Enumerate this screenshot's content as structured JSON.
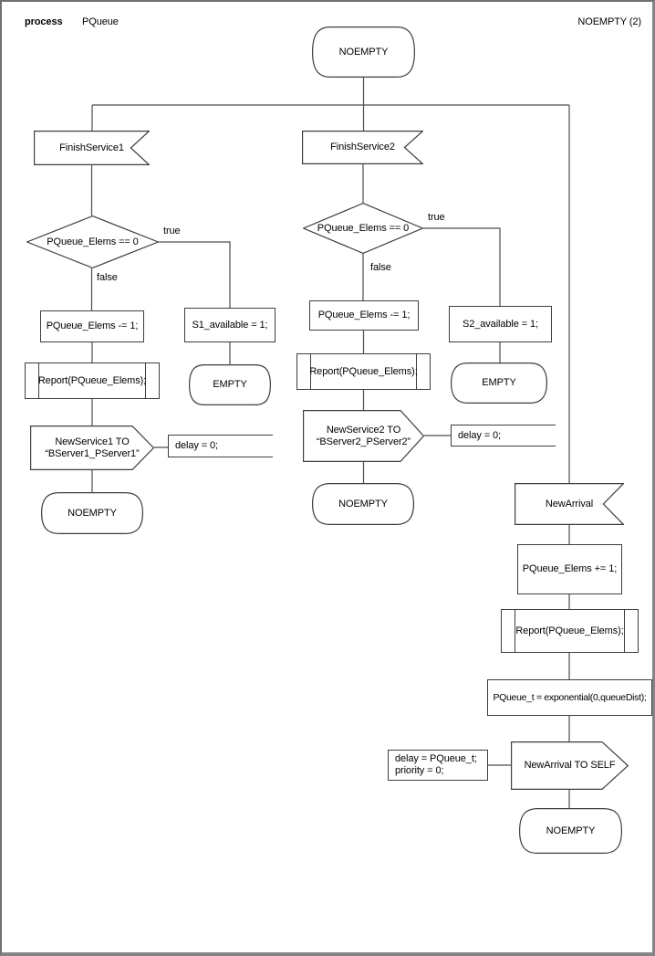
{
  "header": {
    "kind": "process",
    "name": "PQueue",
    "page": "NOEMPTY (2)"
  },
  "start": {
    "state": "NOEMPTY"
  },
  "branch1": {
    "input": "FinishService1",
    "decision": "PQueue_Elems == 0",
    "label_true": "true",
    "label_false": "false",
    "task_false": "PQueue_Elems -= 1;",
    "procedure": "Report(PQueue_Elems);",
    "output_line1": "NewService1 TO",
    "output_line2": "“BServer1_PServer1”",
    "comment": "delay = 0;",
    "state_false": "NOEMPTY",
    "task_true": "S1_available = 1;",
    "state_true": "EMPTY"
  },
  "branch2": {
    "input": "FinishService2",
    "decision": "PQueue_Elems == 0",
    "label_true": "true",
    "label_false": "false",
    "task_false": "PQueue_Elems -= 1;",
    "procedure": "Report(PQueue_Elems);",
    "output_line1": "NewService2 TO",
    "output_line2": "“BServer2_PServer2”",
    "comment": "delay = 0;",
    "state_false": "NOEMPTY",
    "task_true": "S2_available = 1;",
    "state_true": "EMPTY"
  },
  "branch3": {
    "input": "NewArrival",
    "task_count": "PQueue_Elems += 1;",
    "procedure": "Report(PQueue_Elems);",
    "task_time": "PQueue_t = exponential(0,queueDist);",
    "output": "NewArrival TO SELF",
    "comment_line1": "delay = PQueue_t;",
    "comment_line2": "priority = 0;",
    "state": "NOEMPTY"
  },
  "colors": {
    "line": "#3e3e3e",
    "text": "#000000",
    "page_background": "#ffffff",
    "page_border": "#848484"
  }
}
